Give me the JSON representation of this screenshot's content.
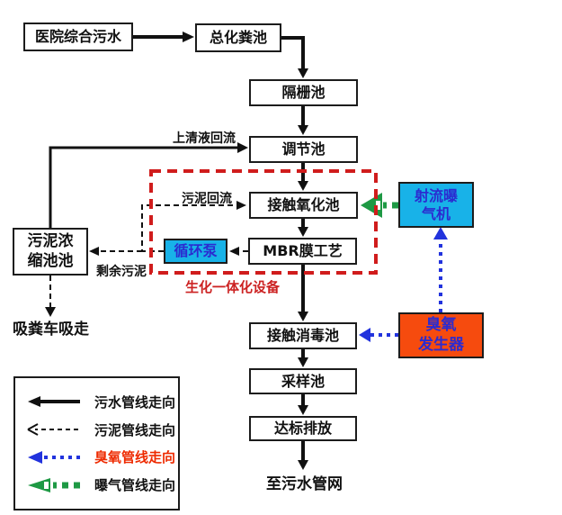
{
  "boxes": {
    "hospital_wastewater": "医院综合污水",
    "septic_tank": "总化粪池",
    "grid_pool": "隔栅池",
    "regulating_pool": "调节池",
    "contact_oxidation_pool": "接触氧化池",
    "mbr_process": "MBR膜工艺",
    "circulation_pump": "循环泵",
    "sludge_thickening_line1": "污泥浓",
    "sludge_thickening_line2": "缩池池",
    "contact_disinfection_pool": "接触消毒池",
    "sampling_pool": "采样池",
    "discharge": "达标排放",
    "jet_aerator_line1": "射流曝",
    "jet_aerator_line2": "气机",
    "ozone_generator_line1": "臭氧",
    "ozone_generator_line2": "发生器"
  },
  "labels": {
    "supernatant_return": "上清液回流",
    "sludge_return": "污泥回流",
    "excess_sludge": "剩余污泥",
    "suction_truck": "吸粪车吸走",
    "bio_integrated_equipment": "生化一体化设备",
    "to_sewer": "至污水管网"
  },
  "legend": {
    "items": [
      {
        "label": "污水管线走向",
        "style": "solid-black"
      },
      {
        "label": "污泥管线走向",
        "style": "dashed-black"
      },
      {
        "label": "臭氧管线走向",
        "style": "dotted-blue"
      },
      {
        "label": "曝气管线走向",
        "style": "dashed-green"
      }
    ]
  },
  "colors": {
    "cyan_box": "#18b2e8",
    "orange_box": "#f64b0e",
    "box_text_blue": "#2b2bd0",
    "red_dashed": "#d01c1c",
    "red_label": "#cc2222",
    "ozone_line_blue": "#2233dd",
    "aeration_green": "#1e9944",
    "legend_ozone_text": "#ee2a00"
  }
}
